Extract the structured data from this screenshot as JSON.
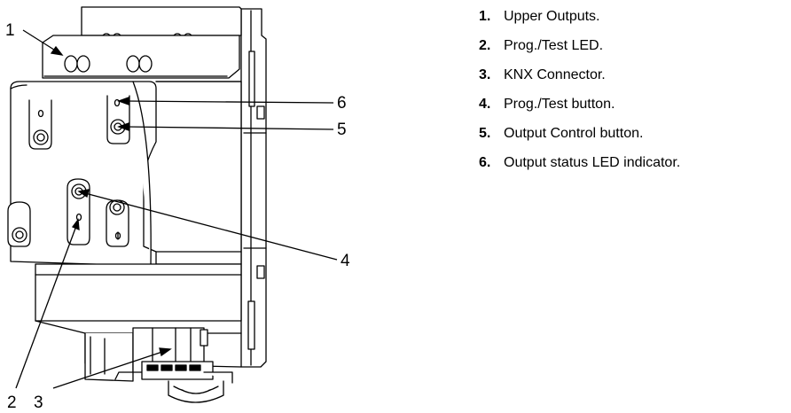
{
  "callouts": {
    "c1": "1",
    "c2": "2",
    "c3": "3",
    "c4": "4",
    "c5": "5",
    "c6": "6"
  },
  "legend": [
    {
      "num": "1.",
      "text": "Upper Outputs."
    },
    {
      "num": "2.",
      "text": "Prog./Test LED."
    },
    {
      "num": "3.",
      "text": "KNX Connector."
    },
    {
      "num": "4.",
      "text": "Prog./Test button."
    },
    {
      "num": "5.",
      "text": "Output Control button."
    },
    {
      "num": "6.",
      "text": "Output status LED indicator."
    }
  ]
}
